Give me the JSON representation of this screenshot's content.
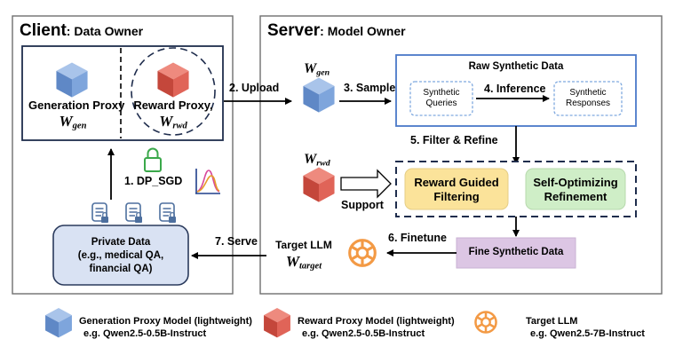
{
  "client": {
    "title": "Client",
    "subtitle": ": Data Owner"
  },
  "server": {
    "title": "Server",
    "subtitle": ": Model Owner"
  },
  "gen_proxy": {
    "label": "Generation Proxy",
    "math": "W",
    "sub": "gen"
  },
  "rwd_proxy": {
    "label": "Reward Proxy,",
    "math": "W",
    "sub": "rwd"
  },
  "server_gen": {
    "math": "W",
    "sub": "gen"
  },
  "server_rwd": {
    "math": "W",
    "sub": "rwd"
  },
  "private_data": {
    "title": "Private Data",
    "line2": "(e.g., medical QA,",
    "line3": "financial QA)"
  },
  "raw_data": {
    "title": "Raw Synthetic Data",
    "queries_1": "Synthetic",
    "queries_2": "Queries",
    "responses_1": "Synthetic",
    "responses_2": "Responses"
  },
  "filter": {
    "reward_1": "Reward Guided",
    "reward_2": "Filtering",
    "self_1": "Self-Optimizing",
    "self_2": "Refinement"
  },
  "fine_data": "Fine Synthetic Data",
  "target": {
    "label": "Target LLM",
    "math": "W",
    "sub": "target"
  },
  "steps": {
    "dp": "1. DP_SGD",
    "upload": "2. Upload",
    "sample": "3. Sample",
    "inference": "4. Inference",
    "filter": "5. Filter & Refine",
    "finetune": "6. Finetune",
    "serve": "7. Serve",
    "support": "Support"
  },
  "legend": [
    {
      "name": "Generation Proxy Model (lightweight)",
      "model": "e.g. Qwen2.5-0.5B-Instruct",
      "icon": "blue-cube-icon"
    },
    {
      "name": "Reward Proxy Model (lightweight)",
      "model": "e.g. Qwen2.5-0.5B-Instruct",
      "icon": "red-cube-icon"
    },
    {
      "name": "Target LLM",
      "model": "e.g. Qwen2.5-7B-Instruct",
      "icon": "openai-knot-icon"
    }
  ],
  "colors": {
    "blue_cube": "#6d95d0",
    "red_cube": "#d8574a",
    "raw_border": "#4a78c8",
    "reward_fill": "#fbe39a",
    "self_fill": "#cfeec7",
    "fine_fill": "#dcc6e4",
    "private_fill": "#d9e2f3",
    "lock": "#3aa84a",
    "openai": "#f39a45"
  }
}
